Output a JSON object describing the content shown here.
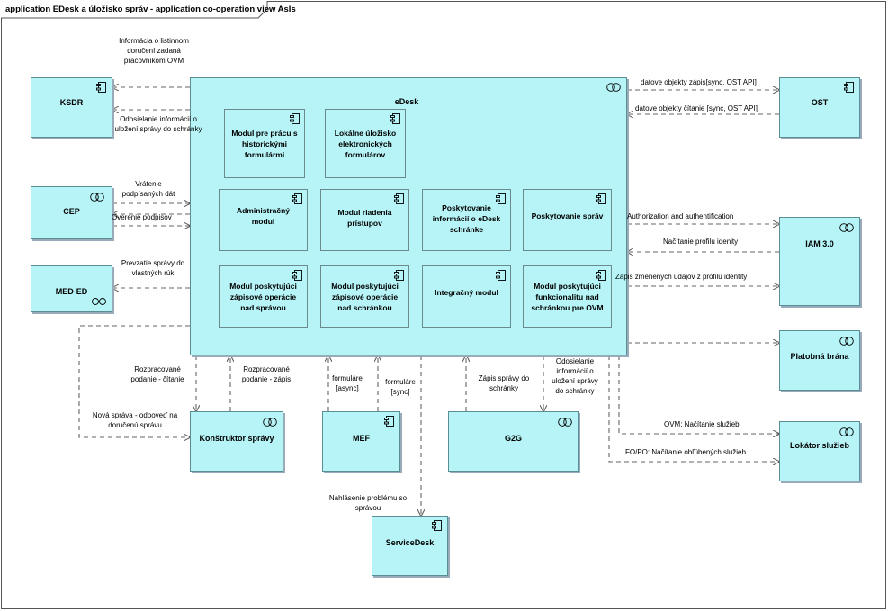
{
  "title": "application EDesk a úložisko správ - application co-operation view AsIs",
  "nodes": {
    "ksdr": "KSDR",
    "cep": "CEP",
    "med_ed": "MED-ED",
    "ost": "OST",
    "iam": "IAM 3.0",
    "platobna": "Platobná brána",
    "lokator": "Lokátor služieb",
    "konstruktor": "Konštruktor správy",
    "mef": "MEF",
    "g2g": "G2G",
    "servicedesk": "ServiceDesk",
    "edesk": "eDesk"
  },
  "modules": [
    "Modul pre prácu s historickými formulármi",
    "Lokálne úložisko elektronických formulárov",
    "Administračný modul",
    "Modul riadenia prístupov",
    "Poskytovanie informácií o eDesk schránke",
    "Poskytovanie správ",
    "Modul poskytujúci zápisové operácie nad správou",
    "Modul poskytujúci zápisové operácie nad schránkou",
    "Integračný modul",
    "Modul poskytujúci funkcionalitu nad schránkou pre OVM"
  ],
  "edge_labels": {
    "ksdr_info": "Informácia o listinnom doručení zadaná pracovníkom OVM",
    "ksdr_odos": "Odosielanie informácií o uložení správy do schránky",
    "cep_vrat": "Vrátenie podpísaných dát",
    "cep_over": "Overenie podpisov",
    "med_prev": "Prevzatie správy do vlastných rúk",
    "ost_zapis": "datove objekty zápis[sync, OST API]",
    "ost_citanie": "datove objekty čítanie [sync, OST API]",
    "iam_auth": "Authorization and authentification",
    "iam_nacit": "Načítanie profilu idenity",
    "iam_zapis": "Zápis zmenených údajov z profilu identity",
    "lok_ovm": "OVM: Načítanie služieb",
    "lok_fopo": "FO/PO: Načítanie obľúbených služieb",
    "kon_citanie": "Rozpracované podanie - čítanie",
    "kon_zapis": "Rozpracované podanie - zápis",
    "kon_nova": "Nová správa - odpoveď na doručenú správu",
    "mef_async": "formuláre [async]",
    "mef_sync": "formuláre [sync]",
    "g2g_zapis": "Zápis správy do schránky",
    "g2g_odos": "Odosielanie informácií o uložení správy do schránky",
    "sd_nahl": "Nahlásenie problému so správou"
  }
}
